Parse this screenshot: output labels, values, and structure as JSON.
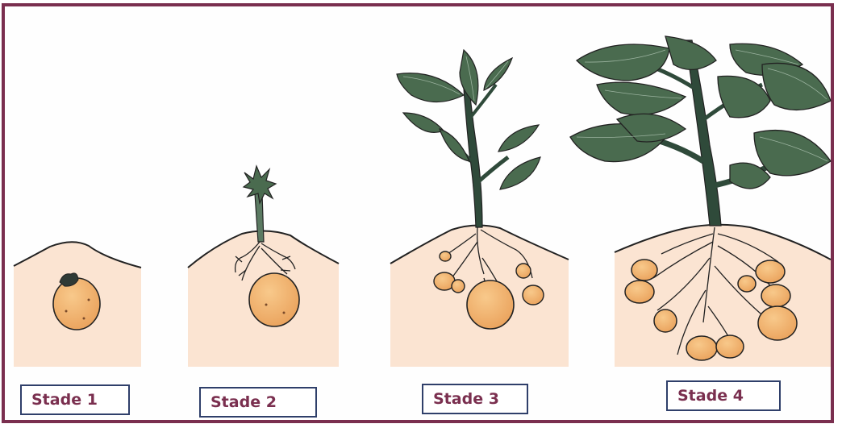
{
  "stages": [
    {
      "label": "Stade 1"
    },
    {
      "label": "Stade 2"
    },
    {
      "label": "Stade 3"
    },
    {
      "label": "Stade 4"
    }
  ],
  "colors": {
    "frame": "#7a2f4f",
    "soil": "#fbe4d2",
    "tuber": "#f2b36e",
    "leaf": "#4a6b4f",
    "stem": "#2f4a3a",
    "label_text": "#7a2f4f",
    "label_border": "#2f3f6a"
  }
}
